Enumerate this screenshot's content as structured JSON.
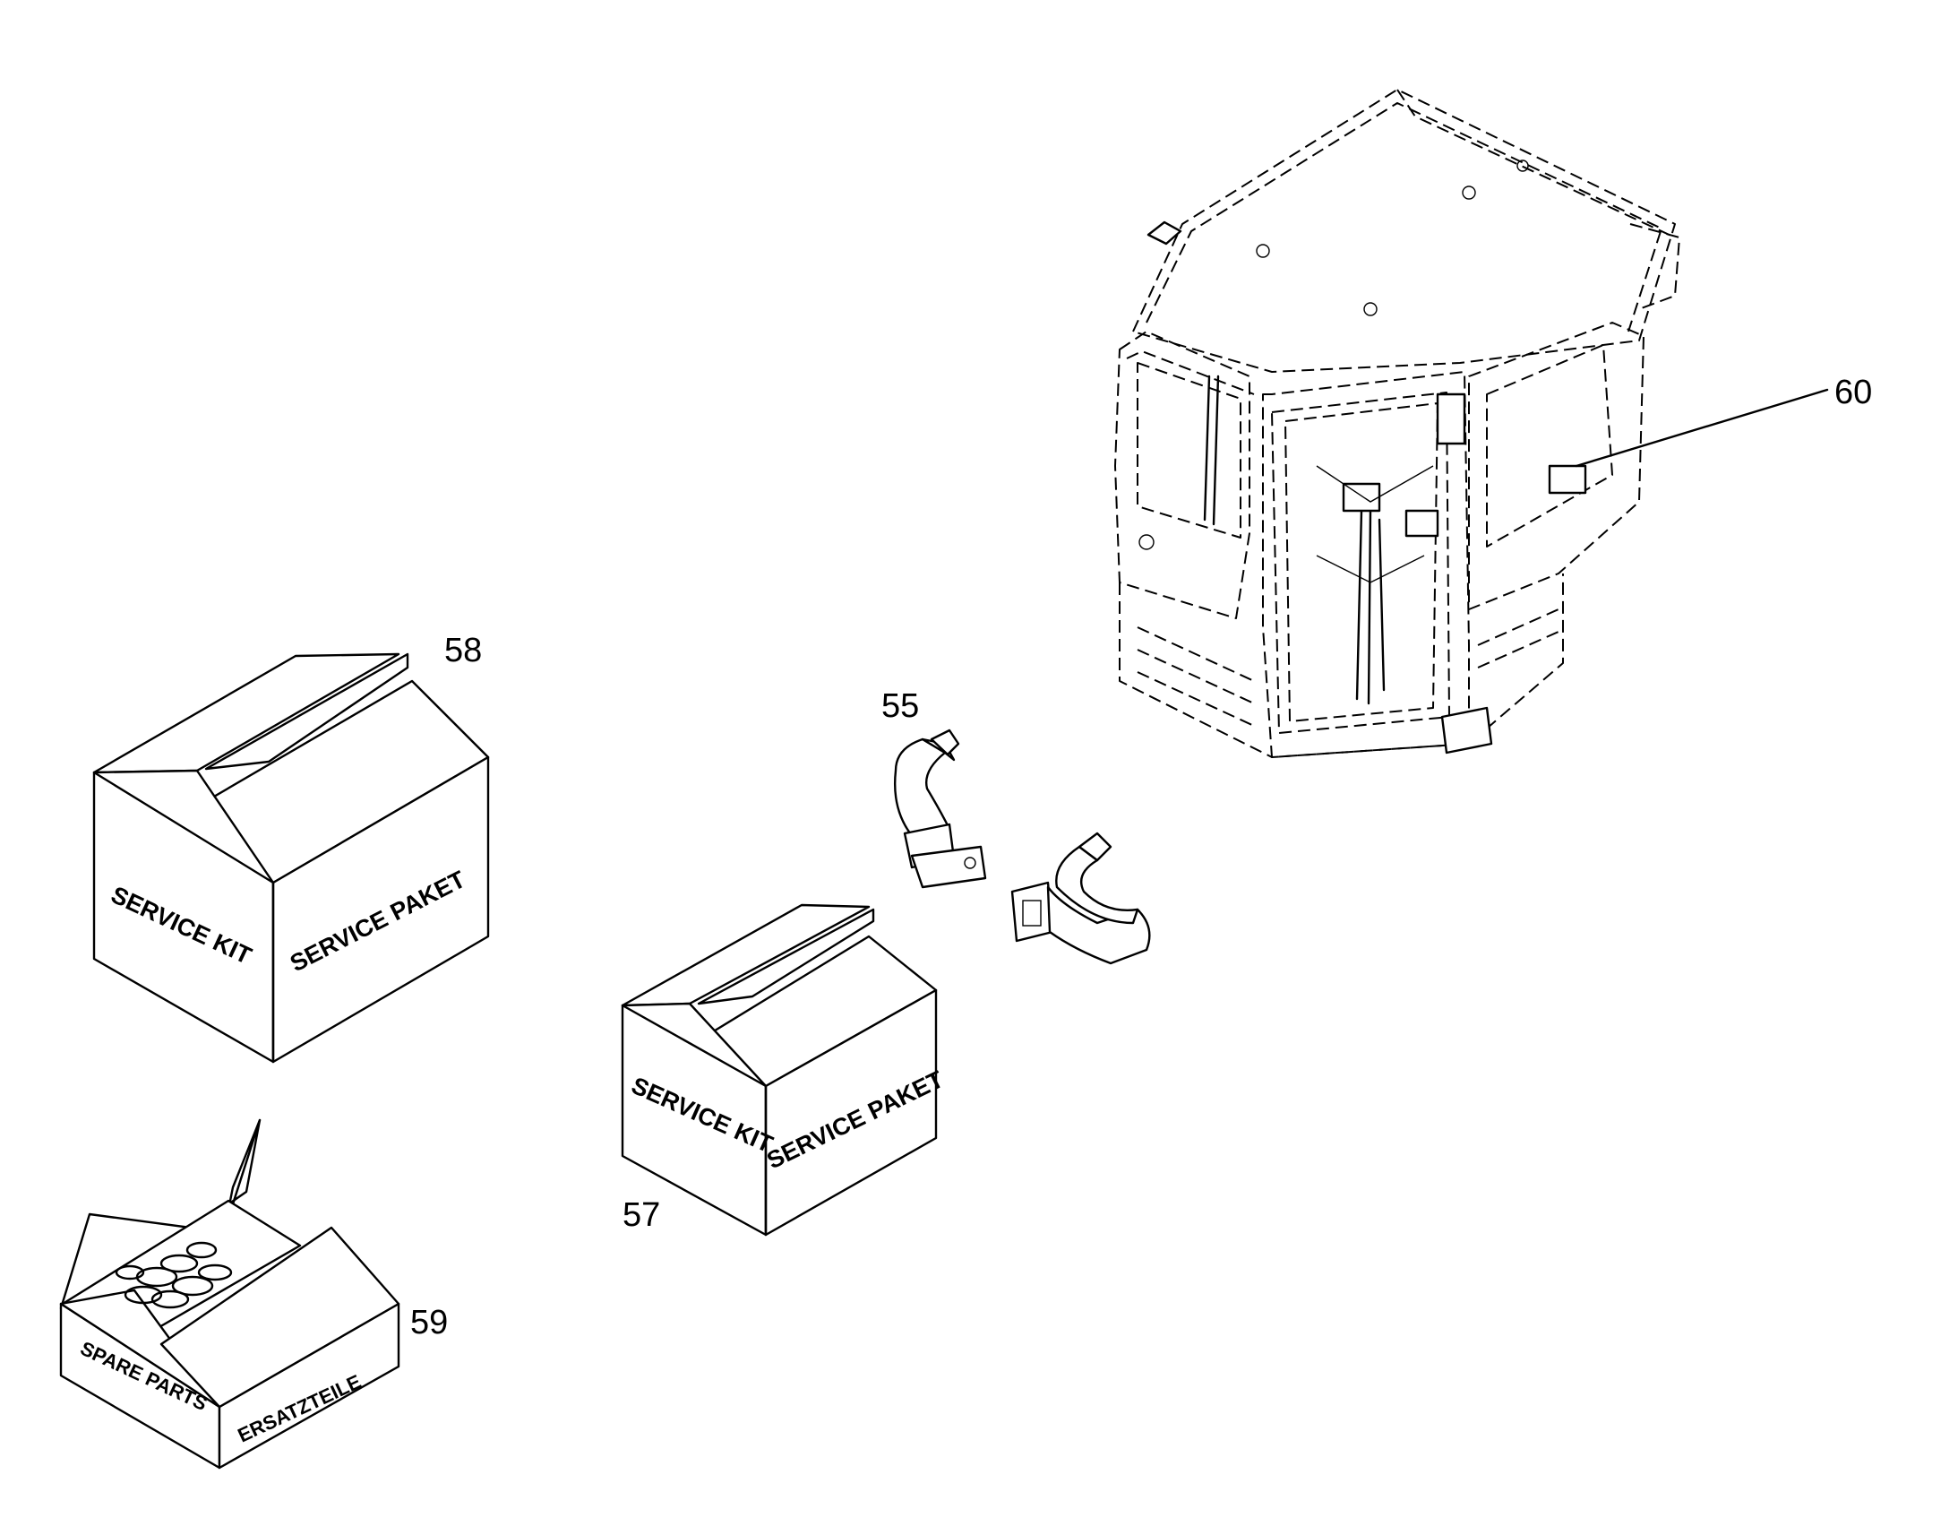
{
  "callouts": {
    "cab": "60",
    "kit_large": "58",
    "seat_belt": "55",
    "kit_small": "57",
    "spare_parts": "59"
  },
  "box_labels": {
    "kit_large_front": "SERVICE KIT",
    "kit_large_side": "SERVICE PAKET",
    "kit_small_front": "SERVICE KIT",
    "kit_small_side": "SERVICE PAKET",
    "spare_front": "SPARE PARTS",
    "spare_side": "ERSATZTEILE"
  }
}
